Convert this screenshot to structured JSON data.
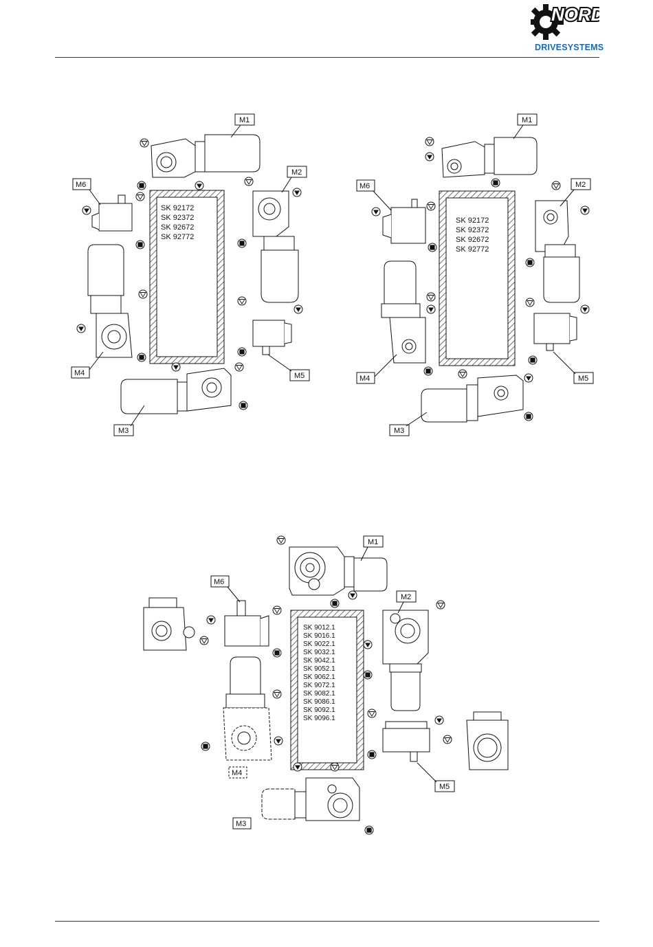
{
  "brand": {
    "name": "NORD",
    "tagline": "DRIVESYSTEMS",
    "color": "#1a69b3"
  },
  "diagrams": [
    {
      "position_labels": [
        "M1",
        "M2",
        "M3",
        "M4",
        "M5",
        "M6"
      ],
      "models": [
        "SK 92172",
        "SK 92372",
        "SK 92672",
        "SK 92772"
      ]
    },
    {
      "position_labels": [
        "M1",
        "M2",
        "M3",
        "M4",
        "M5",
        "M6"
      ],
      "models": [
        "SK 92172",
        "SK 92372",
        "SK 92672",
        "SK 92772"
      ]
    },
    {
      "position_labels": [
        "M1",
        "M2",
        "M3",
        "M4",
        "M5",
        "M6"
      ],
      "models": [
        "SK 9012.1",
        "SK 9016.1",
        "SK 9022.1",
        "SK 9032.1",
        "SK 9042.1",
        "SK 9052.1",
        "SK 9062.1",
        "SK 9072.1",
        "SK 9082.1",
        "SK 9086.1",
        "SK 9092.1",
        "SK 9096.1"
      ]
    }
  ],
  "icons": {
    "vent": "vent-triangle-icon",
    "drain": "drain-square-icon",
    "level": "oil-level-circle-icon",
    "logo": "gear-logo-icon"
  }
}
